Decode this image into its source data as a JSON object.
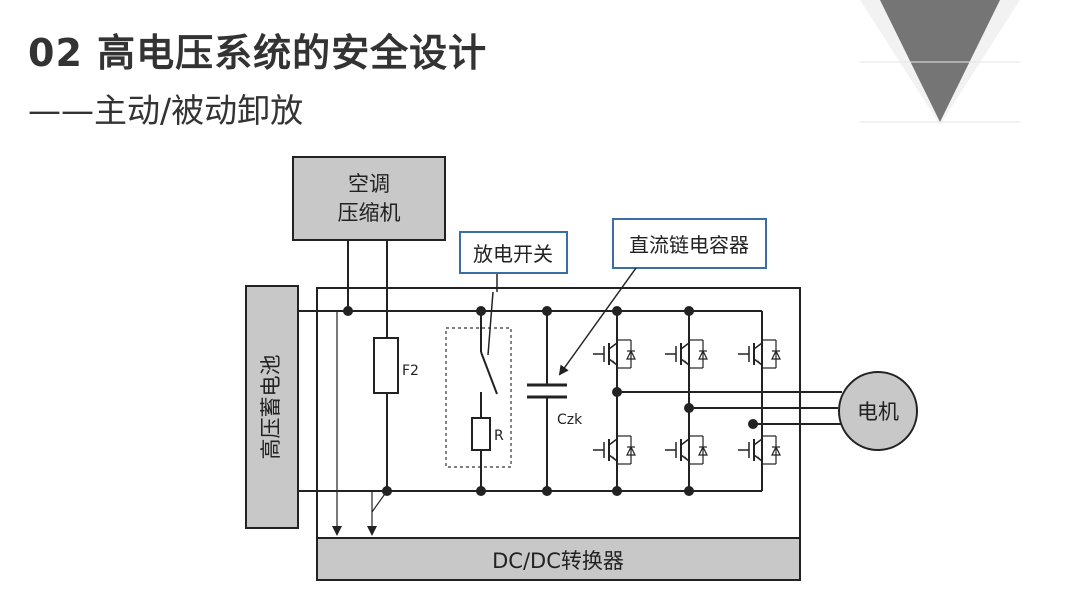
{
  "header": {
    "title": "02 高电压系统的安全设计",
    "subtitle": "——主动/被动卸放"
  },
  "diagram": {
    "ac_compressor_line1": "空调",
    "ac_compressor_line2": "压缩机",
    "discharge_switch": "放电开关",
    "dc_link_capacitor": "直流链电容器",
    "battery": "高压蓄电池",
    "fuse_label": "F2",
    "resistor_label": "R",
    "capacitor_label": "Czk",
    "motor": "电机",
    "dcdc": "DC/DC转换器"
  },
  "colors": {
    "box_fill": "#c8c8c8",
    "callout_border": "#3a6ea5",
    "line": "#222222",
    "deco_triangle": "#757575"
  }
}
